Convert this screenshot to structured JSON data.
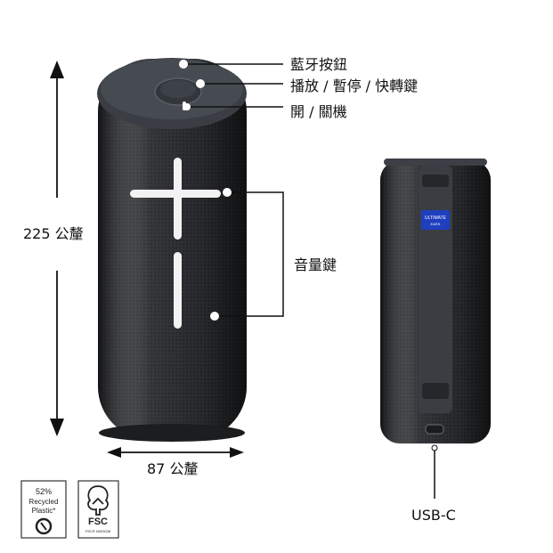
{
  "callouts": {
    "bluetooth": "藍牙按鈕",
    "playback": "播放 / 暫停 / 快轉鍵",
    "power": "開 / 關機",
    "volume": "音量鍵",
    "usb": "USB-C"
  },
  "dimensions": {
    "height": "225 公釐",
    "width": "87 公釐"
  },
  "badges": {
    "recycled_line1": "52%",
    "recycled_line2": "Recycled",
    "recycled_line3": "Plastic*",
    "fsc_label": "FSC",
    "fsc_code": "FSC® N003028"
  },
  "strap_tag": {
    "line1": "ULTIMATE",
    "line2": "EARS"
  },
  "colors": {
    "speaker_body": "#2b2d30",
    "speaker_cap": "#3a3e44",
    "tag_blue": "#1f3fbf"
  }
}
